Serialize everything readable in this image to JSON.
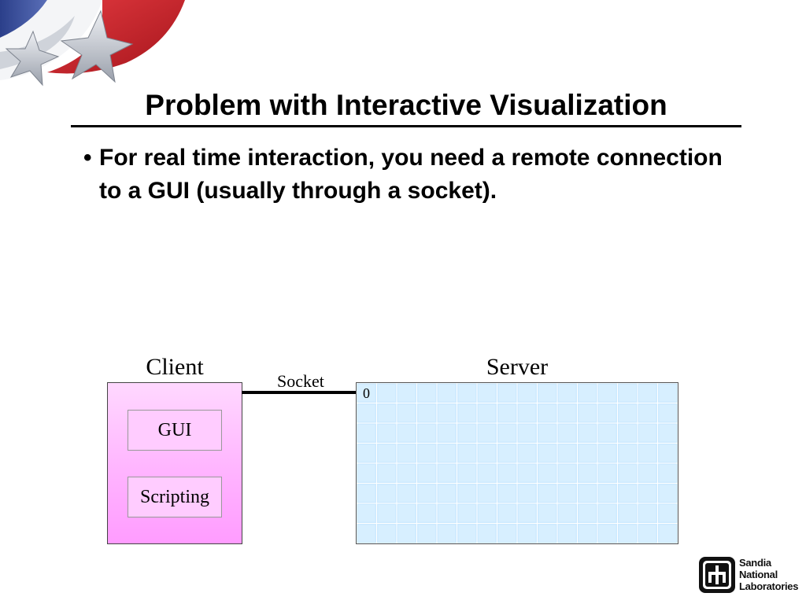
{
  "slide": {
    "title": "Problem with Interactive Visualization",
    "bullet_marker": "•",
    "bullet_text": "For real time interaction, you need a remote connection to a GUI (usually through a socket)."
  },
  "diagram": {
    "client_label": "Client",
    "server_label": "Server",
    "socket_label": "Socket",
    "client_items": [
      "GUI",
      "Scripting"
    ],
    "server_cell_label": "0",
    "server_grid": {
      "columns": 16,
      "rows": 8
    },
    "colors": {
      "client_fill": "#ffb4ff",
      "server_fill": "#cdeaff",
      "connector": "#000000"
    }
  },
  "logo": {
    "lines": [
      "Sandia",
      "National",
      "Laboratories"
    ]
  }
}
